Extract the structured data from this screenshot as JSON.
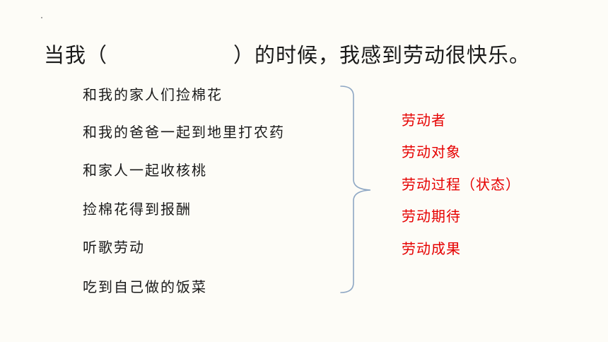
{
  "title": {
    "before": "当我（",
    "after": "）的时候，我感到劳动很快乐。"
  },
  "examples": [
    "和我的家人们捡棉花",
    "和我的爸爸一起到地里打农药",
    "和家人一起收核桃",
    "捡棉花得到报酬",
    "听歌劳动",
    "吃到自己做的饭菜"
  ],
  "categories": [
    "劳动者",
    "劳动对象",
    "劳动过程（状态）",
    "劳动期待",
    "劳动成果"
  ],
  "colors": {
    "background": "#fdfcf7",
    "text": "#1a1a1a",
    "category_text": "#e60000",
    "brace": "#8ea7c4"
  }
}
